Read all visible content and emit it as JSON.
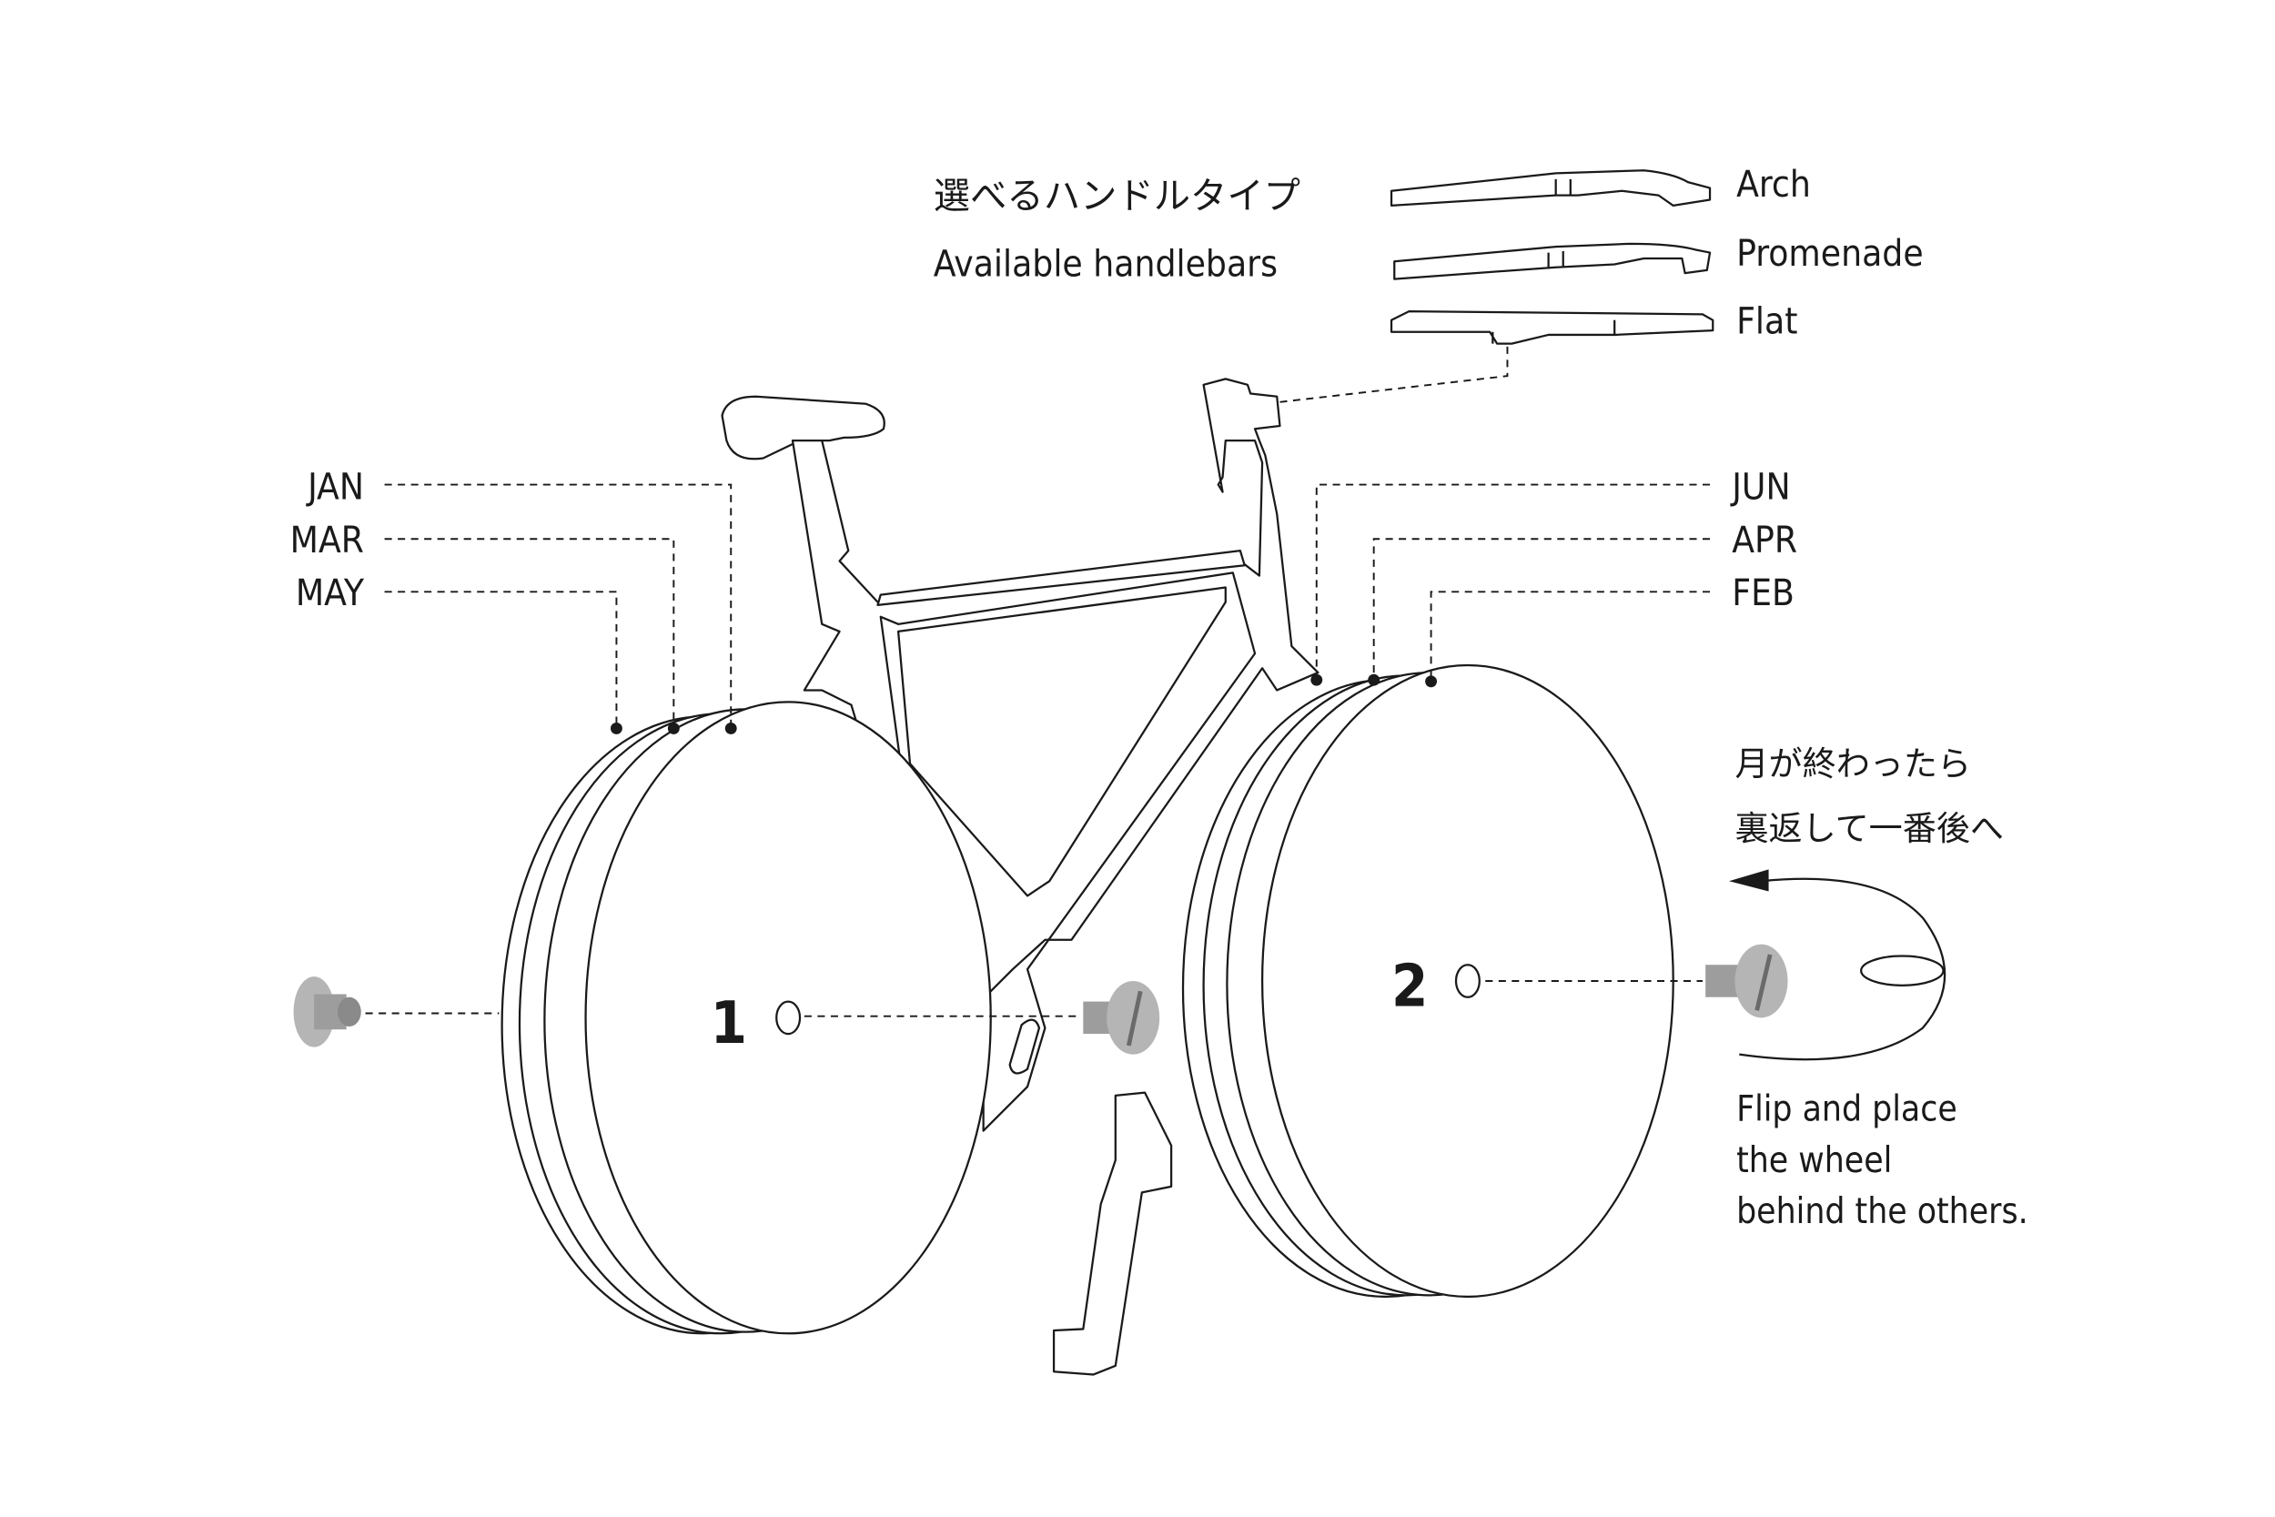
{
  "handlebars": {
    "title_ja": "選べるハンドルタイプ",
    "title_en": "Available handlebars",
    "types": [
      "Arch",
      "Promenade",
      "Flat"
    ]
  },
  "wheel1": {
    "number": "1",
    "months": [
      "JAN",
      "MAR",
      "MAY"
    ]
  },
  "wheel2": {
    "number": "2",
    "months": [
      "JUN",
      "APR",
      "FEB"
    ]
  },
  "instruction": {
    "ja_line1": "月が終わったら",
    "ja_line2": "裏返して一番後へ",
    "en_line1": "Flip and place",
    "en_line2": "the wheel",
    "en_line3": "behind the others."
  },
  "colors": {
    "line": "#1a1a1a",
    "bolt": "#b5b5b5",
    "bolt_dark": "#8a8a8a"
  }
}
